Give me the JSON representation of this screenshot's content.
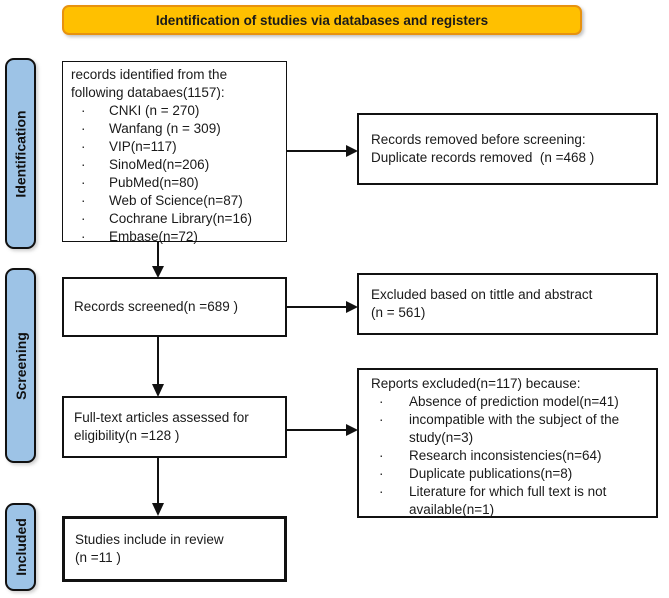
{
  "banner": {
    "label": "Identification of studies via databases and registers"
  },
  "colors": {
    "banner-fill": "#FFC000",
    "banner-border": "#E7920F",
    "stage-fill": "#9DC3E6"
  },
  "stages": [
    {
      "label": "Identification"
    },
    {
      "label": "Screening"
    },
    {
      "label": "Included"
    }
  ],
  "nodes": {
    "identified": {
      "intro": [
        "records identified from the",
        "following databaes(1157):"
      ],
      "bullet_char": "·",
      "bullets": [
        "CNKI (n = 270)",
        "Wanfang (n = 309)",
        "VIP(n=117)",
        "SinoMed(n=206)",
        "PubMed(n=80)",
        "Web of Science(n=87)",
        "Cochrane Library(n=16)",
        "Embase(n=72)"
      ]
    },
    "removed": {
      "lines": [
        "Records removed before screening:",
        "Duplicate records removed  (n =468 )"
      ]
    },
    "screened": {
      "lines": [
        "Records screened(n =689 )"
      ]
    },
    "excluded_title_abstract": {
      "lines": [
        "Excluded based on tittle and abstract",
        "(n = 561)"
      ]
    },
    "fulltext": {
      "lines": [
        "Full-text articles assessed for",
        "eligibility(n =128 )"
      ]
    },
    "reports_excluded": {
      "intro": [
        "Reports excluded(n=117) because:"
      ],
      "bullet_char": "·",
      "bullets": [
        "Absence of prediction model(n=41)",
        "incompatible with the subject of the study(n=3)",
        "Research inconsistencies(n=64)",
        "Duplicate publications(n=8)",
        "Literature for which full text is not available(n=1)"
      ]
    },
    "included": {
      "lines": [
        "Studies include in review",
        "(n =11 )"
      ]
    }
  }
}
